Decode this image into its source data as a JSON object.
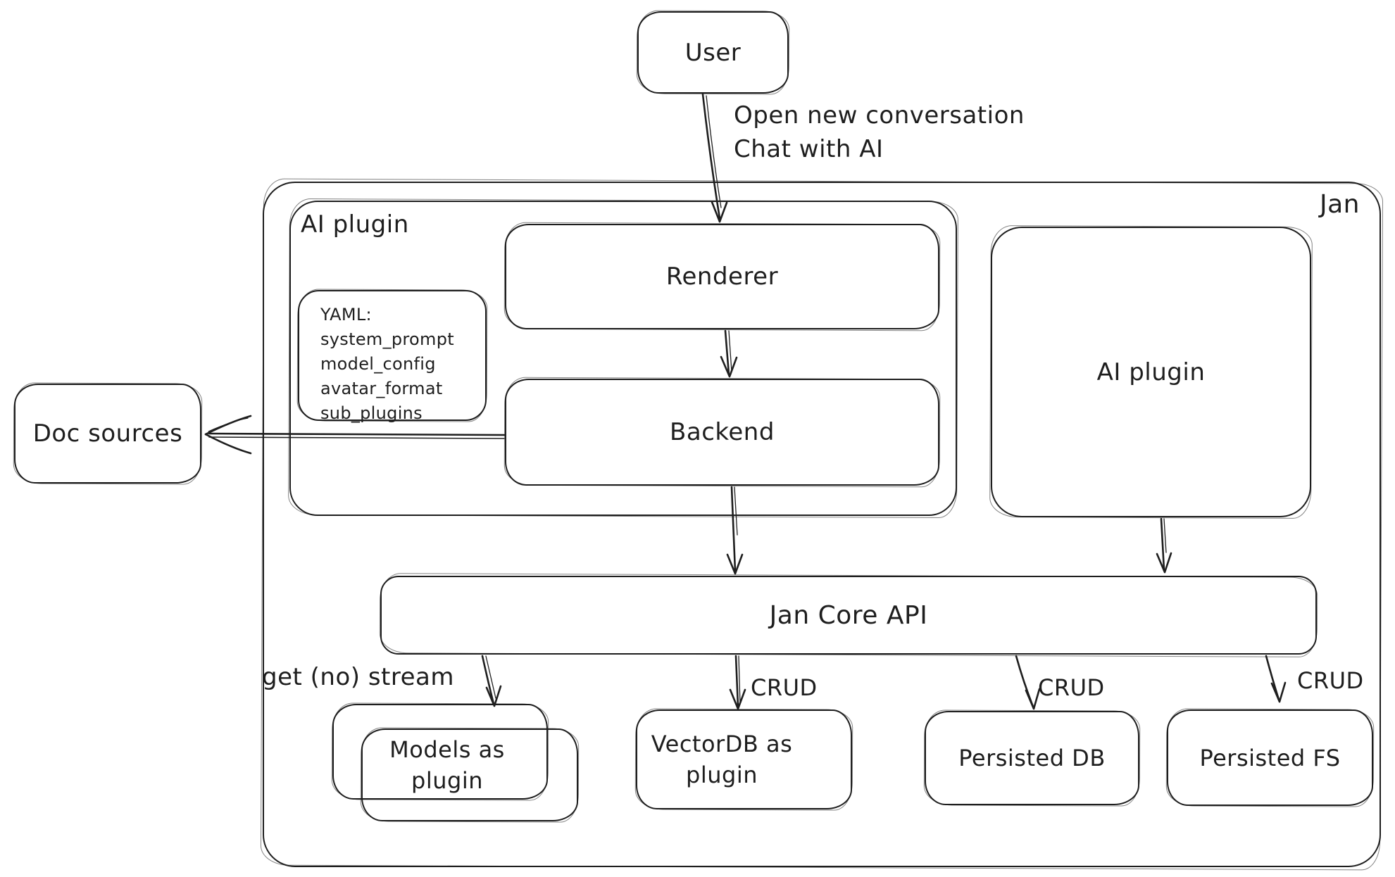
{
  "nodes": {
    "user": {
      "label": "User"
    },
    "jan": {
      "label": "Jan"
    },
    "ai_plugin_group": {
      "label": "AI plugin"
    },
    "renderer": {
      "label": "Renderer"
    },
    "yaml_note": {
      "title": "YAML:",
      "lines": [
        "system_prompt",
        "model_config",
        "avatar_format",
        "sub_plugins"
      ]
    },
    "backend": {
      "label": "Backend"
    },
    "ai_plugin_right": {
      "label": "AI plugin"
    },
    "doc_sources": {
      "label": "Doc sources"
    },
    "jan_core_api": {
      "label": "Jan Core API"
    },
    "models_plugin": {
      "label": "Models as plugin"
    },
    "vectordb_plugin": {
      "label": "VectorDB as plugin"
    },
    "persisted_db": {
      "label": "Persisted DB"
    },
    "persisted_fs": {
      "label": "Persisted FS"
    }
  },
  "edge_labels": {
    "user_action_line1": "Open new conversation",
    "user_action_line2": "Chat with AI",
    "get_stream": "get (no) stream",
    "crud_vectordb": "CRUD",
    "crud_db": "CRUD",
    "crud_fs": "CRUD"
  },
  "colors": {
    "stroke": "#1e1e1e",
    "background": "#ffffff"
  }
}
